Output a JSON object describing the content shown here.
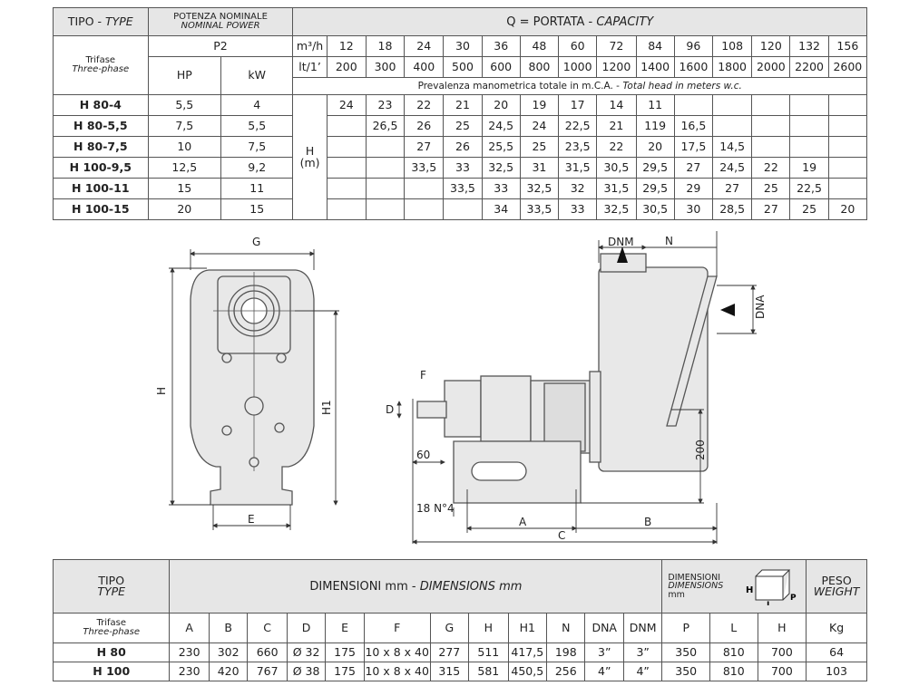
{
  "perf": {
    "tipo": "TIPO - ",
    "type": "TYPE",
    "potenza": "POTENZA NOMINALE",
    "nominal_power": "NOMINAL POWER",
    "capacity_prefix": "Q = PORTATA - ",
    "capacity": "CAPACITY",
    "p2": "P2",
    "trifase": "Trifase",
    "three_phase": "Three-phase",
    "hp": "HP",
    "kw": "kW",
    "unit1": "m³/h",
    "unit2": "lt/1’",
    "flow_m3h": [
      "12",
      "18",
      "24",
      "30",
      "36",
      "48",
      "60",
      "72",
      "84",
      "96",
      "108",
      "120",
      "132",
      "156"
    ],
    "flow_lt": [
      "200",
      "300",
      "400",
      "500",
      "600",
      "800",
      "1000",
      "1200",
      "1400",
      "1600",
      "1800",
      "2000",
      "2200",
      "2600"
    ],
    "head_note_prefix": "Prevalenza manometrica totale in m.C.A. - ",
    "head_note": "Total head in meters w.c.",
    "h_label": "H",
    "m_label": "(m)",
    "rows": [
      {
        "model": "H 80-4",
        "hp": "5,5",
        "kw": "4",
        "v": [
          "24",
          "23",
          "22",
          "21",
          "20",
          "19",
          "17",
          "14",
          "11",
          "",
          "",
          "",
          "",
          ""
        ]
      },
      {
        "model": "H 80-5,5",
        "hp": "7,5",
        "kw": "5,5",
        "v": [
          "",
          "26,5",
          "26",
          "25",
          "24,5",
          "24",
          "22,5",
          "21",
          "119",
          "16,5",
          "",
          "",
          "",
          ""
        ]
      },
      {
        "model": "H 80-7,5",
        "hp": "10",
        "kw": "7,5",
        "v": [
          "",
          "",
          "27",
          "26",
          "25,5",
          "25",
          "23,5",
          "22",
          "20",
          "17,5",
          "14,5",
          "",
          "",
          ""
        ]
      },
      {
        "model": "H 100-9,5",
        "hp": "12,5",
        "kw": "9,2",
        "v": [
          "",
          "",
          "33,5",
          "33",
          "32,5",
          "31",
          "31,5",
          "30,5",
          "29,5",
          "27",
          "24,5",
          "22",
          "19",
          ""
        ]
      },
      {
        "model": "H 100-11",
        "hp": "15",
        "kw": "11",
        "v": [
          "",
          "",
          "",
          "33,5",
          "33",
          "32,5",
          "32",
          "31,5",
          "29,5",
          "29",
          "27",
          "25",
          "22,5",
          ""
        ]
      },
      {
        "model": "H 100-15",
        "hp": "20",
        "kw": "15",
        "v": [
          "",
          "",
          "",
          "",
          "34",
          "33,5",
          "33",
          "32,5",
          "30,5",
          "30",
          "28,5",
          "27",
          "25",
          "20"
        ]
      }
    ]
  },
  "drawing": {
    "front": {
      "G": "G",
      "H": "H",
      "H1": "H1",
      "E": "E"
    },
    "side": {
      "DNM": "DNM",
      "N": "N",
      "DNA": "DNA",
      "F": "F",
      "D": "D",
      "s60": "60",
      "s200": "200",
      "s18": "18 N°4",
      "A": "A",
      "B": "B",
      "C": "C"
    }
  },
  "dims": {
    "tipo": "TIPO",
    "type": "TYPE",
    "title_prefix": "DIMENSIONI mm - ",
    "title": "DIMENSIONS mm",
    "box1": "DIMENSIONI",
    "box2": "DIMENSIONS",
    "box3": "mm",
    "peso": "PESO",
    "weight": "WEIGHT",
    "trifase": "Trifase",
    "three_phase": "Three-phase",
    "headers": [
      "A",
      "B",
      "C",
      "D",
      "E",
      "F",
      "G",
      "H",
      "H1",
      "N",
      "DNA",
      "DNM",
      "P",
      "L",
      "H",
      "Kg"
    ],
    "rows": [
      {
        "model": "H 80",
        "v": [
          "230",
          "302",
          "660",
          "Ø 32",
          "175",
          "10 x 8 x 40",
          "277",
          "511",
          "417,5",
          "198",
          "3”",
          "3”",
          "350",
          "810",
          "700",
          "64"
        ]
      },
      {
        "model": "H 100",
        "v": [
          "230",
          "420",
          "767",
          "Ø 38",
          "175",
          "10 x 8 x 40",
          "315",
          "581",
          "450,5",
          "256",
          "4”",
          "4”",
          "350",
          "810",
          "700",
          "103"
        ]
      }
    ],
    "box_labels": {
      "H": "H",
      "L": "L",
      "P": "P"
    }
  }
}
